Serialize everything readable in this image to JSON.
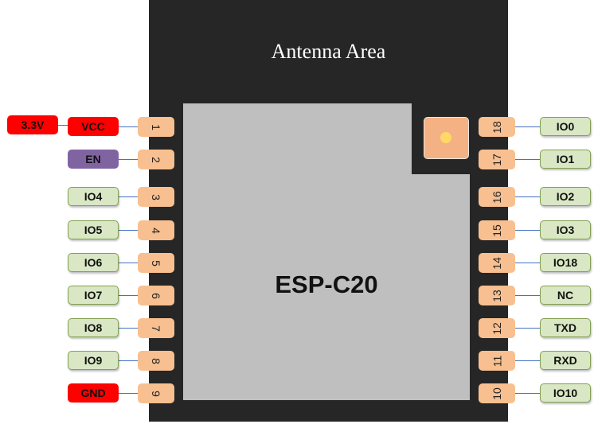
{
  "module": {
    "name": "ESP-C20",
    "antenna_label": "Antenna Area"
  },
  "colors": {
    "board": "#262626",
    "chip": "#bfbfbf",
    "pad": "#f8c090",
    "io_label": "#d9e7c4",
    "power_label": "#ff0000",
    "enable_label": "#8064a2",
    "wire": "#4472c4"
  },
  "left_pins": [
    {
      "pin": "1",
      "signal": "VCC",
      "type": "power",
      "extra": "3.3V"
    },
    {
      "pin": "2",
      "signal": "EN",
      "type": "enable"
    },
    {
      "pin": "3",
      "signal": "IO4",
      "type": "io"
    },
    {
      "pin": "4",
      "signal": "IO5",
      "type": "io"
    },
    {
      "pin": "5",
      "signal": "IO6",
      "type": "io"
    },
    {
      "pin": "6",
      "signal": "IO7",
      "type": "io"
    },
    {
      "pin": "7",
      "signal": "IO8",
      "type": "io"
    },
    {
      "pin": "8",
      "signal": "IO9",
      "type": "io"
    },
    {
      "pin": "9",
      "signal": "GND",
      "type": "power"
    }
  ],
  "right_pins": [
    {
      "pin": "18",
      "signal": "IO0",
      "type": "io"
    },
    {
      "pin": "17",
      "signal": "IO1",
      "type": "io"
    },
    {
      "pin": "16",
      "signal": "IO2",
      "type": "io"
    },
    {
      "pin": "15",
      "signal": "IO3",
      "type": "io"
    },
    {
      "pin": "14",
      "signal": "IO18",
      "type": "io"
    },
    {
      "pin": "13",
      "signal": "NC",
      "type": "io"
    },
    {
      "pin": "12",
      "signal": "TXD",
      "type": "io"
    },
    {
      "pin": "11",
      "signal": "RXD",
      "type": "io"
    },
    {
      "pin": "10",
      "signal": "IO10",
      "type": "io"
    }
  ]
}
